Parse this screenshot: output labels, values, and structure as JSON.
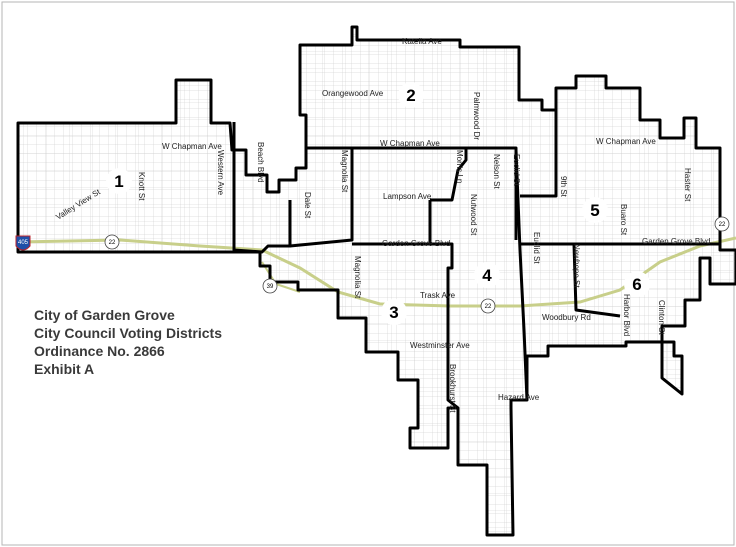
{
  "title_block": {
    "line1": "City of Garden Grove",
    "line2": "City Council Voting Districts",
    "line3": "Ordinance No. 2866",
    "line4": "Exhibit A"
  },
  "districts": [
    "1",
    "2",
    "3",
    "4",
    "5",
    "6"
  ],
  "streets": {
    "katella": "Katella Ave",
    "orangewood": "Orangewood Ave",
    "palmwood": "Palmwood Dr",
    "chapman_w1": "W Chapman Ave",
    "chapman_w2": "W Chapman Ave",
    "chapman_w3": "W Chapman Ave",
    "valley_view": "Valley View St",
    "knott": "Knott St",
    "western": "Western Ave",
    "beach": "Beach Blvd",
    "dale": "Dale St",
    "magnolia_n": "Magnolia St",
    "magnolia_s": "Magnolia St",
    "lampson": "Lampson Ave",
    "garden_grove_w": "Garden Grove Blvd",
    "garden_grove_e": "Garden Grove Blvd",
    "nutwood": "Nutwood St",
    "nelson": "Nelson St",
    "euclid_n": "Euclid St",
    "euclid_s": "Euclid St",
    "morris": "Morris Ln",
    "ninth": "9th St",
    "buaro": "Buaro St",
    "haster": "Haster St",
    "newhope": "Newhope St",
    "harbor": "Harbor Blvd",
    "clinton": "Clinton St",
    "trask": "Trask Ave",
    "woodbury": "Woodbury Rd",
    "westminster": "Westminster Ave",
    "brookhurst": "Brookhurst St",
    "hazard": "Hazard Ave"
  },
  "shields": {
    "sr22_a": "22",
    "sr22_b": "22",
    "sr22_c": "22",
    "sr39": "39",
    "i405": "405"
  },
  "colors": {
    "boundary": "#000000",
    "freeway": "#c8cf8a",
    "grid": "#d4d4d4",
    "title": "#3a3a3a",
    "interstate": "#1f4fa8"
  }
}
